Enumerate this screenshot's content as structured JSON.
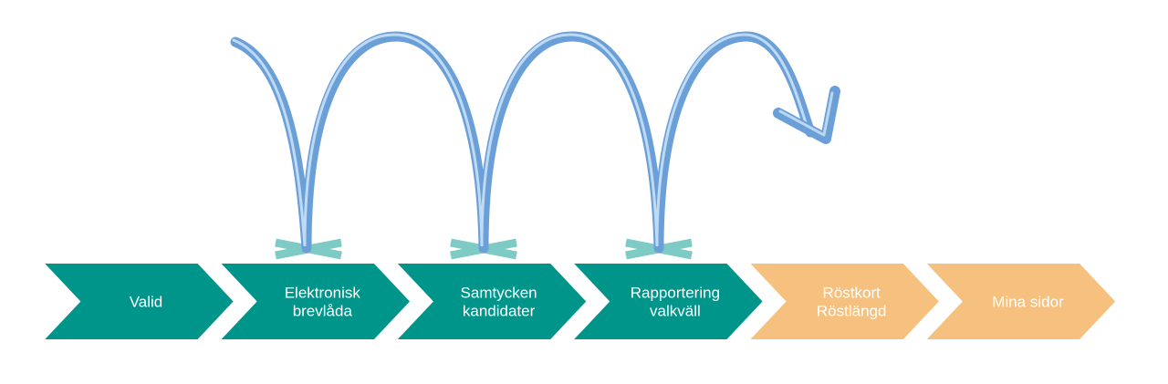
{
  "colors": {
    "done": "#00958a",
    "todo": "#f6c07e",
    "text_done": "#ffffff",
    "text_todo": "#ffffff",
    "arc": "#6a9fd8",
    "arc_highlight": "#c9e0f7",
    "cross": "#7dcbc4"
  },
  "steps": [
    {
      "lines": [
        "Valid"
      ],
      "status": "done"
    },
    {
      "lines": [
        "Elektronisk",
        "brevlåda"
      ],
      "status": "done"
    },
    {
      "lines": [
        "Samtycken",
        "kandidater"
      ],
      "status": "done"
    },
    {
      "lines": [
        "Rapportering",
        "valkväll"
      ],
      "status": "done"
    },
    {
      "lines": [
        "Röstkort",
        "Röstlängd"
      ],
      "status": "todo"
    },
    {
      "lines": [
        "Mina sidor"
      ],
      "status": "todo"
    }
  ],
  "icons": {
    "bounce_arrow": "bouncing-arrow-icon",
    "landing_mark": "x-mark-icon"
  }
}
